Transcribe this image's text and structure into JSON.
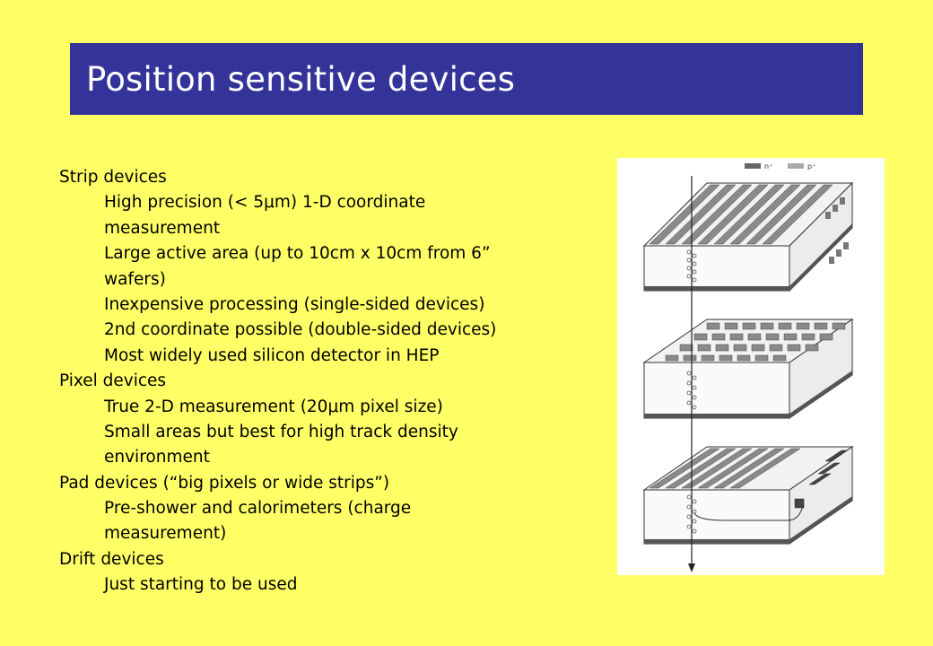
{
  "slide": {
    "title": "Position sensitive devices",
    "lines": [
      {
        "level": 1,
        "text": "Strip devices"
      },
      {
        "level": 2,
        "text": "High precision (< 5μm) 1-D coordinate"
      },
      {
        "level": 2,
        "text": "measurement"
      },
      {
        "level": 2,
        "text": "Large active area (up to 10cm x 10cm from 6”"
      },
      {
        "level": 2,
        "text": "wafers)"
      },
      {
        "level": 2,
        "text": "Inexpensive processing (single-sided devices)"
      },
      {
        "level": 2,
        "text": "2nd coordinate possible (double-sided devices)"
      },
      {
        "level": 2,
        "text": "Most widely used silicon detector in HEP"
      },
      {
        "level": 1,
        "text": "Pixel devices"
      },
      {
        "level": 2,
        "text": "True 2-D measurement (20μm pixel size)"
      },
      {
        "level": 2,
        "text": "Small areas but best for high track density"
      },
      {
        "level": 2,
        "text": "environment"
      },
      {
        "level": 1,
        "text": "Pad devices (“big pixels or wide strips”)"
      },
      {
        "level": 2,
        "text": "Pre-shower and calorimeters (charge"
      },
      {
        "level": 2,
        "text": "measurement)"
      },
      {
        "level": 1,
        "text": "Drift devices"
      },
      {
        "level": 2,
        "text": "Just starting to be used"
      }
    ]
  },
  "figure": {
    "legend_n": "n⁺",
    "legend_p": "p⁺"
  },
  "colors": {
    "background": "#ffff66",
    "title_bar": "#333399",
    "title_text": "#ffffff"
  }
}
